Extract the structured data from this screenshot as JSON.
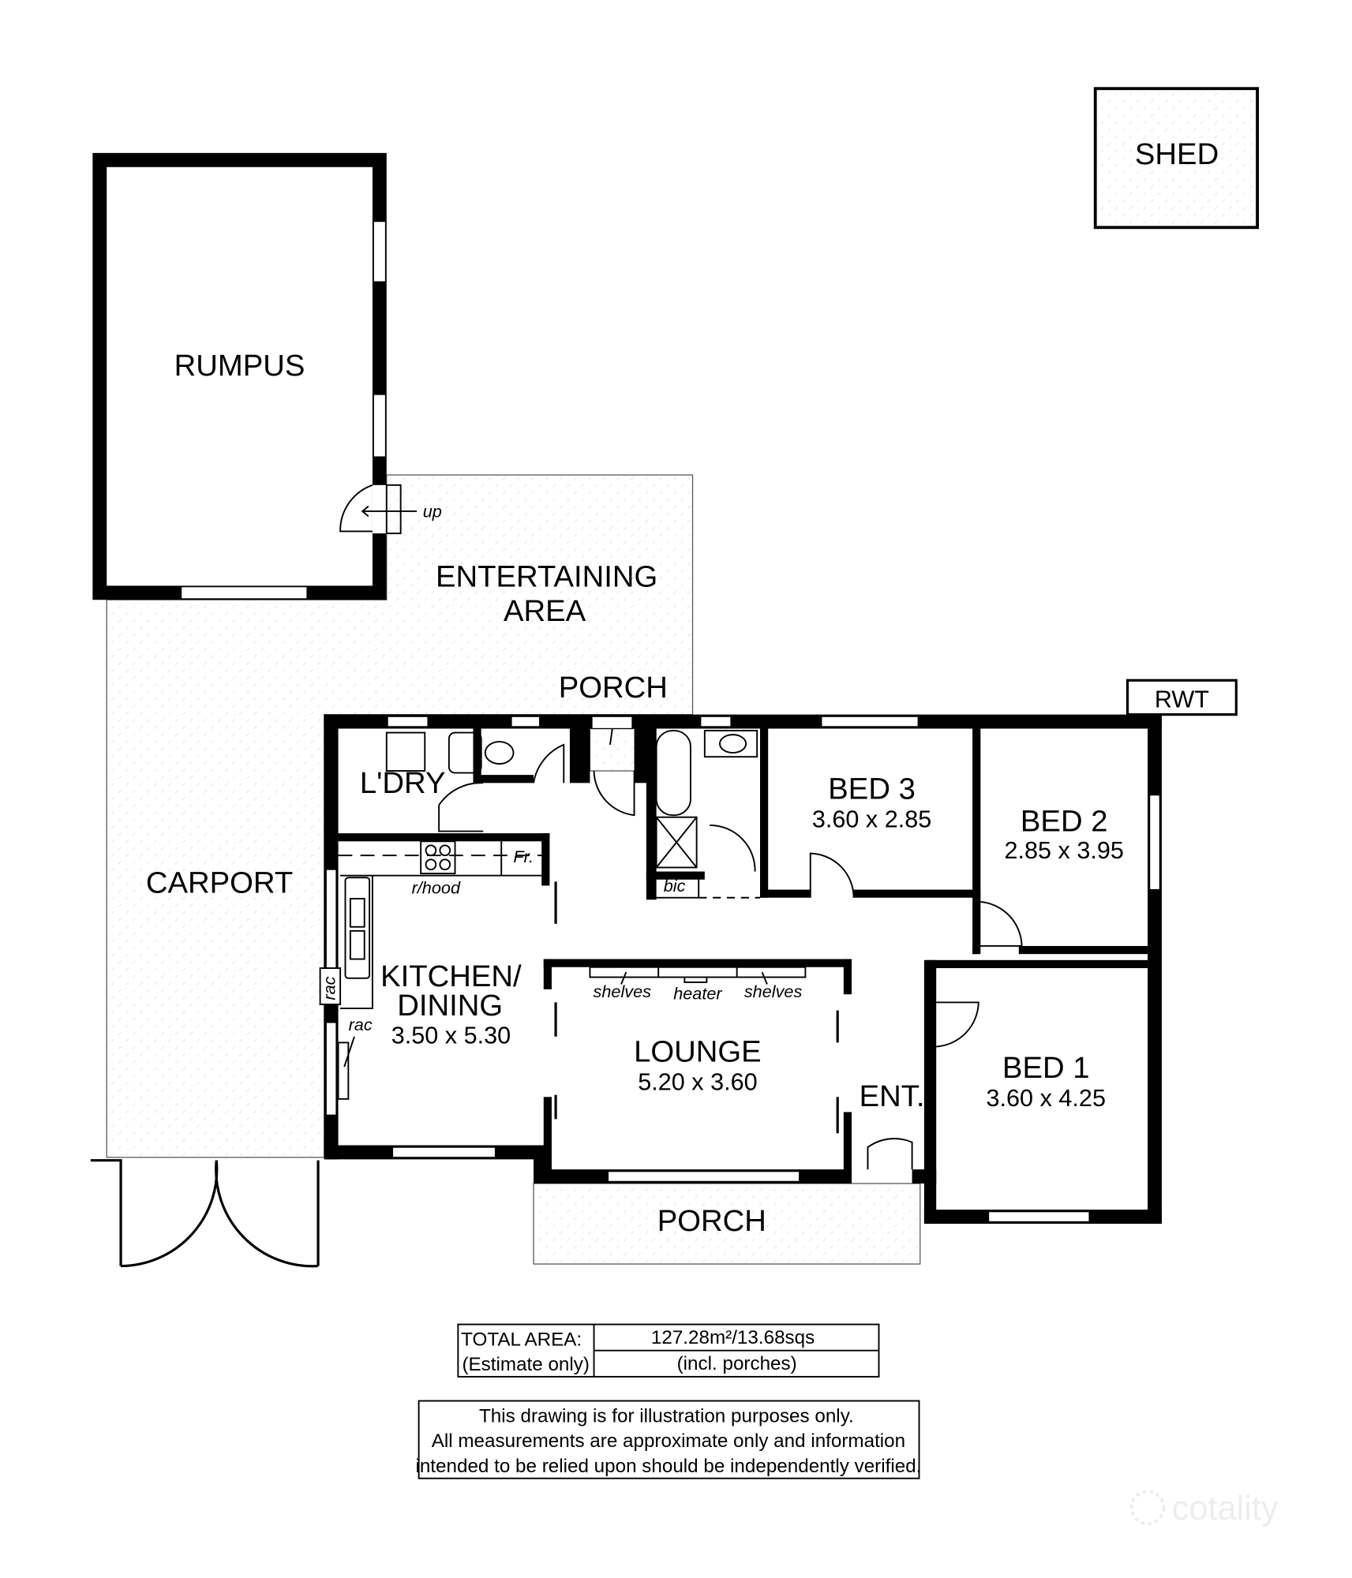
{
  "rooms": {
    "shed": "SHED",
    "rumpus": "RUMPUS",
    "entertaining_line1": "ENTERTAINING",
    "entertaining_line2": "AREA",
    "porch_rear": "PORCH",
    "carport": "CARPORT",
    "laundry": "L'DRY",
    "kitchen_line1": "KITCHEN/",
    "kitchen_line2": "DINING",
    "kitchen_dim": "3.50 x 5.30",
    "lounge": "LOUNGE",
    "lounge_dim": "5.20 x 3.60",
    "bed3": "BED 3",
    "bed3_dim": "3.60 x 2.85",
    "bed2": "BED 2",
    "bed2_dim": "2.85 x 3.95",
    "bed1": "BED 1",
    "bed1_dim": "3.60 x 4.25",
    "entry": "ENT.",
    "porch_front": "PORCH",
    "rwt": "RWT"
  },
  "fixtures": {
    "up": "up",
    "fridge": "Fr.",
    "rangehood": "r/hood",
    "rac1": "rac",
    "rac2": "rac",
    "bic": "bic",
    "shelves_left": "shelves",
    "heater": "heater",
    "shelves_right": "shelves"
  },
  "area_table": {
    "label1": "TOTAL AREA:",
    "label2": "(Estimate only)",
    "value1": "127.28m²/13.68sqs",
    "value2": "(incl. porches)"
  },
  "disclaimer": {
    "line1": "This drawing is for illustration purposes only.",
    "line2": "All measurements are approximate only and information",
    "line3": "intended to be relied upon should be independently verified."
  },
  "watermark": "cotality"
}
